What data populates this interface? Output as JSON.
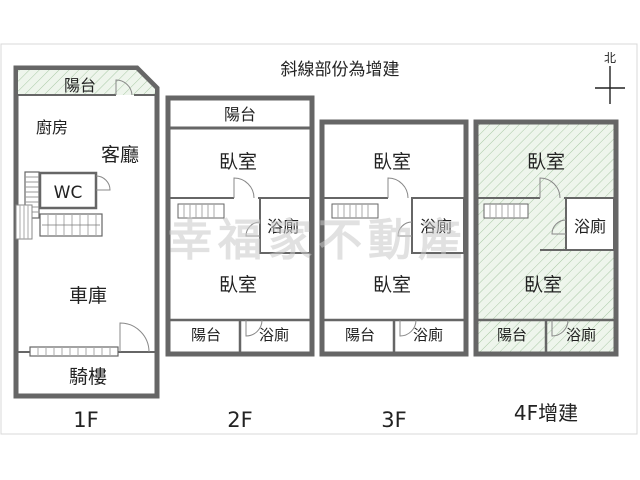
{
  "note": "斜線部份為增建",
  "compass_label": "北",
  "watermark": "幸福家不動產",
  "floors": {
    "f1": {
      "label": "1F",
      "balcony": "陽台",
      "kitchen": "廚房",
      "living": "客廳",
      "wc": "WC",
      "garage": "車庫",
      "arcade": "騎樓"
    },
    "f2": {
      "label": "2F",
      "balcony_top": "陽台",
      "bedroom_1": "臥室",
      "bath_mid": "浴廁",
      "bedroom_2": "臥室",
      "balcony_bottom": "陽台",
      "bath_bottom": "浴廁"
    },
    "f3": {
      "label": "3F",
      "bedroom_1": "臥室",
      "bath_mid": "浴廁",
      "bedroom_2": "臥室",
      "balcony_bottom": "陽台",
      "bath_bottom": "浴廁"
    },
    "f4": {
      "label": "4F增建",
      "bedroom_1": "臥室",
      "bath_mid": "浴廁",
      "bedroom_2": "臥室",
      "balcony_bottom": "陽台",
      "bath_bottom": "浴廁"
    }
  },
  "colors": {
    "wall": "#666666",
    "hatch_fill": "#eef5ec",
    "hatch_line": "#9bbf98",
    "text": "#222222"
  }
}
